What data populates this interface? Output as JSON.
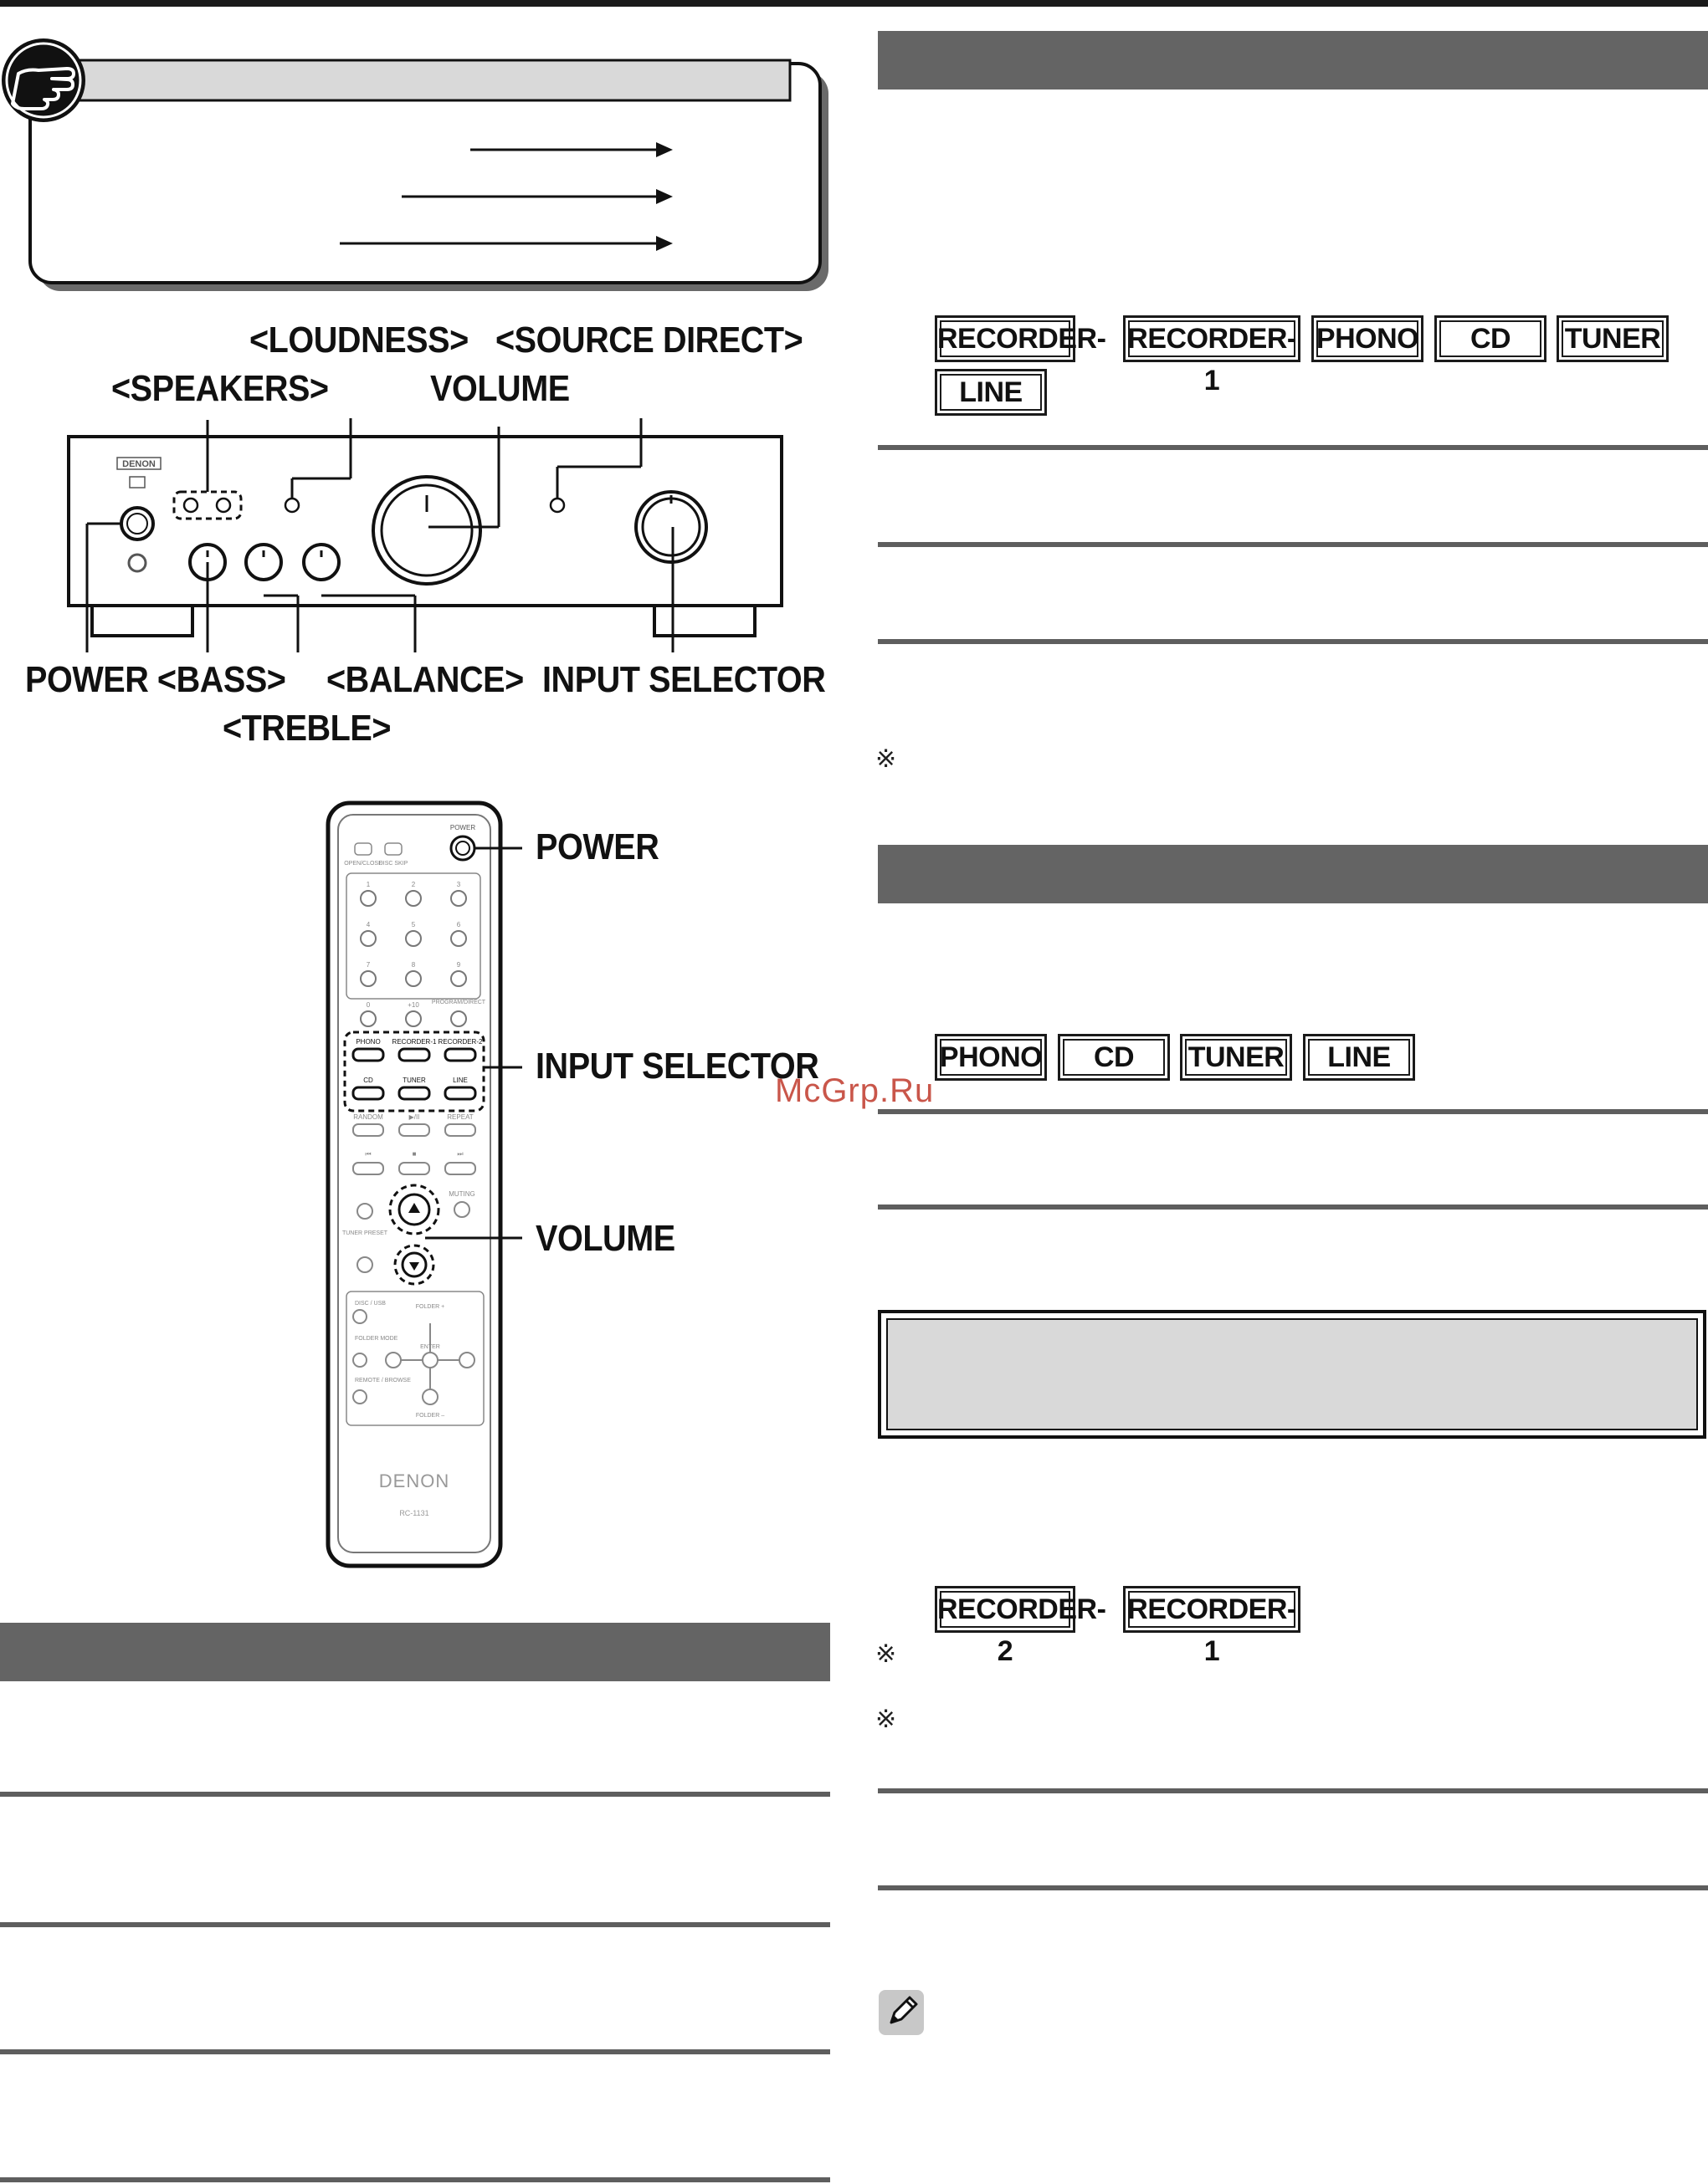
{
  "front_panel_labels": {
    "loudness": "<LOUDNESS>",
    "source_direct": "<SOURCE DIRECT>",
    "speakers": "<SPEAKERS>",
    "volume": "VOLUME",
    "power_bass": "POWER <BASS>",
    "balance": "<BALANCE>",
    "input_selector": "INPUT SELECTOR",
    "treble": "<TREBLE>"
  },
  "amp_brand": "DENON",
  "remote_labels": {
    "power": "POWER",
    "input_selector": "INPUT SELECTOR",
    "volume": "VOLUME"
  },
  "remote": {
    "brand": "DENON",
    "model": "RC-1131",
    "power_caption": "POWER",
    "open_close": "OPEN/CLOSE",
    "disc_skip": "DISC SKIP",
    "numbers": [
      "1",
      "2",
      "3",
      "4",
      "5",
      "6",
      "7",
      "8",
      "9",
      "0",
      "+10"
    ],
    "program_direct": "PROGRAM/DIRECT",
    "inputs_row1": [
      "PHONO",
      "RECORDER-1",
      "RECORDER-2"
    ],
    "inputs_row2": [
      "CD",
      "TUNER",
      "LINE"
    ],
    "random": "RANDOM",
    "play_pause": "▶/II",
    "repeat": "REPEAT",
    "muting": "MUTING",
    "tuner_preset": "TUNER PRESET",
    "folder_plus": "FOLDER +",
    "folder_minus": "FOLDER –",
    "enter": "ENTER",
    "disc_usb": "DISC / USB",
    "folder_mode": "FOLDER MODE",
    "remote_browse": "REMOTE / BROWSE"
  },
  "input_buttons_1": [
    "RECORDER-2",
    "RECORDER-1",
    "PHONO",
    "CD",
    "TUNER",
    "LINE"
  ],
  "input_buttons_2": [
    "PHONO",
    "CD",
    "TUNER",
    "LINE"
  ],
  "input_buttons_3": [
    "RECORDER-2",
    "RECORDER-1"
  ],
  "reference_mark": "※",
  "watermark": "McGrp.Ru"
}
